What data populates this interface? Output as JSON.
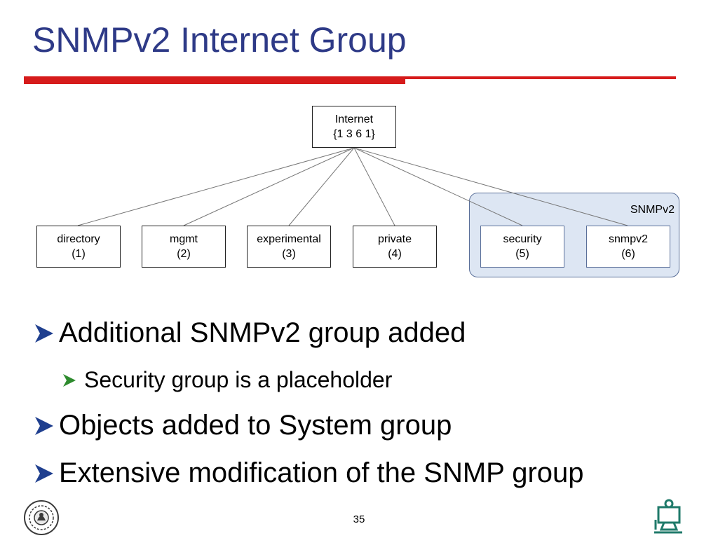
{
  "slide": {
    "title": "SNMPv2 Internet Group",
    "page_number": "35"
  },
  "diagram": {
    "root": {
      "name": "Internet",
      "oid": "{1 3 6 1}"
    },
    "children": [
      {
        "name": "directory",
        "num": "(1)"
      },
      {
        "name": "mgmt",
        "num": "(2)"
      },
      {
        "name": "experimental",
        "num": "(3)"
      },
      {
        "name": "private",
        "num": "(4)"
      },
      {
        "name": "security",
        "num": "(5)"
      },
      {
        "name": "snmpv2",
        "num": "(6)"
      }
    ],
    "group_label": "SNMPv2"
  },
  "bullets": [
    {
      "level": 1,
      "text": "Additional SNMPv2 group added"
    },
    {
      "level": 2,
      "text": "Security group is a placeholder"
    },
    {
      "level": 1,
      "text": "Objects added to System group"
    },
    {
      "level": 1,
      "text": "Extensive modification of the SNMP group"
    }
  ],
  "colors": {
    "title": "#2e3a87",
    "rule": "#d61b1b",
    "group_fill": "#dde6f3",
    "bullet_level1": "#1f3f8f",
    "bullet_level2": "#2e8b2e"
  },
  "logos": {
    "left": "university-seal-icon",
    "right": "computer-user-icon"
  }
}
